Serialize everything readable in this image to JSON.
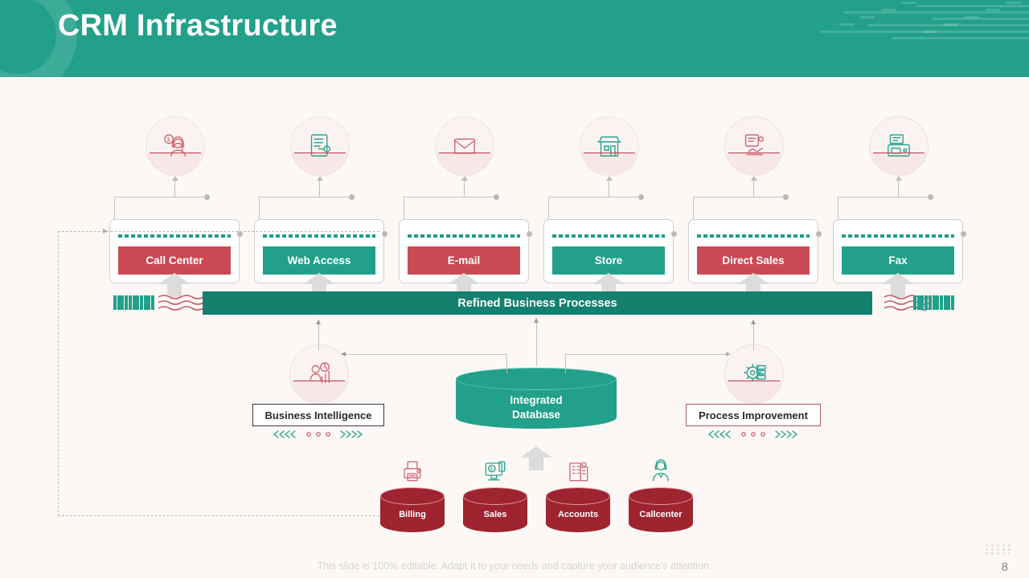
{
  "header": {
    "title": "CRM Infrastructure",
    "bg_color": "#22a08a",
    "ring_icon": "decorative-ring",
    "stripes_icon": "decorative-stripes"
  },
  "channels": [
    {
      "label": "Call Center",
      "color": "#c94a54",
      "variant": "red",
      "icon": "call-center-agent-icon"
    },
    {
      "label": "Web Access",
      "color": "#22a08a",
      "variant": "teal",
      "icon": "web-document-key-icon"
    },
    {
      "label": "E-mail",
      "color": "#c94a54",
      "variant": "red",
      "icon": "email-envelope-icon"
    },
    {
      "label": "Store",
      "color": "#22a08a",
      "variant": "teal",
      "icon": "shop-storefront-icon"
    },
    {
      "label": "Direct Sales",
      "color": "#c94a54",
      "variant": "red",
      "icon": "direct-sales-handshake-icon"
    },
    {
      "label": "Fax",
      "color": "#22a08a",
      "variant": "teal",
      "icon": "fax-machine-icon"
    }
  ],
  "process_bar": {
    "label": "Refined Business Processes",
    "color": "#14806e",
    "left_decor_icon": "teal-bars-and-waves",
    "right_decor_icon": "waves-and-teal-bars"
  },
  "mid_nodes": [
    {
      "label": "Business Intelligence",
      "icon": "business-intelligence-chart-icon",
      "border": "#3a3a3a",
      "chevron_icon": "chevrons-decor"
    },
    {
      "label": "Process Improvement",
      "icon": "process-gear-server-icon",
      "border": "#b35560",
      "chevron_icon": "chevrons-decor"
    }
  ],
  "database": {
    "line1": "Integrated",
    "line2": "Database",
    "color": "#22a08a",
    "icon": "database-cylinder-icon"
  },
  "sources": [
    {
      "label": "Billing",
      "icon": "billing-printer-icon"
    },
    {
      "label": "Sales",
      "icon": "sales-monitor-icon"
    },
    {
      "label": "Accounts",
      "icon": "accounts-building-icon"
    },
    {
      "label": "Callcenter",
      "icon": "callcenter-person-icon"
    }
  ],
  "source_cylinder_color": "#9e2430",
  "footer": {
    "note": "This slide is 100% editable. Adapt it to your needs and capture your audience's attention.",
    "page_number": "8"
  }
}
